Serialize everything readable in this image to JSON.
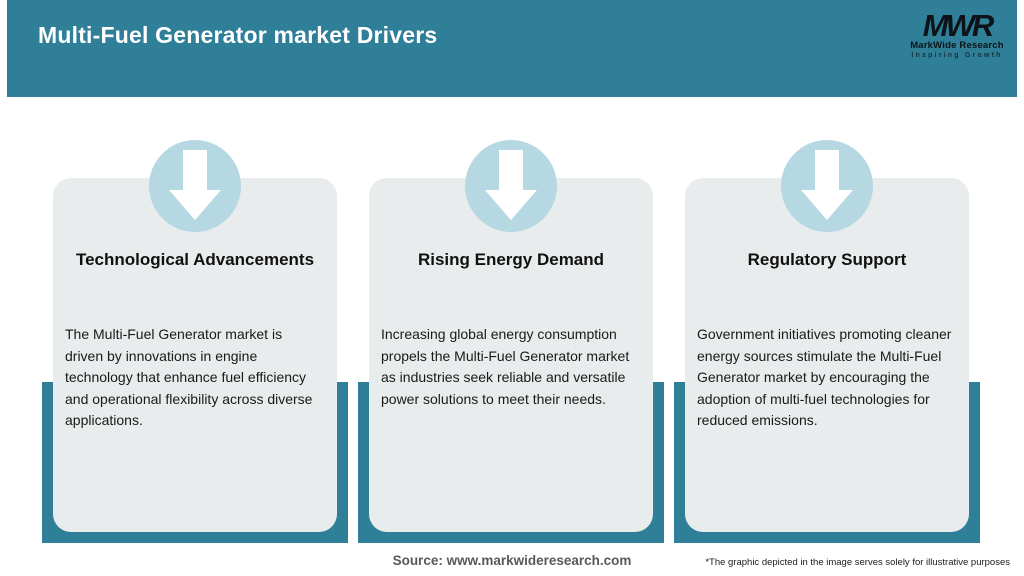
{
  "header": {
    "title": "Multi-Fuel Generator market Drivers",
    "logo": {
      "monogram": "MWR",
      "name": "MarkWide Research",
      "tagline": "Inspiring Growth"
    }
  },
  "cards": [
    {
      "icon": "down-arrow-icon",
      "title": "Technological Advancements",
      "body": "The Multi-Fuel Generator market is\ndriven by innovations in engine\ntechnology that enhance fuel efficiency\nand operational flexibility across diverse\napplications."
    },
    {
      "icon": "down-arrow-icon",
      "title": "Rising Energy Demand",
      "body": "Increasing global energy consumption\npropels the Multi-Fuel Generator market\nas industries seek reliable and versatile\npower solutions to meet their needs."
    },
    {
      "icon": "down-arrow-icon",
      "title": "Regulatory Support",
      "body": "Government initiatives promoting cleaner\nenergy sources stimulate the Multi-Fuel\nGenerator market by encouraging the\nadoption of multi-fuel technologies for\nreduced emissions."
    }
  ],
  "footer": {
    "source": "Source: www.markwideresearch.com",
    "disclaimer": "*The graphic depicted in the image serves solely for illustrative purposes"
  },
  "colors": {
    "teal": "#2e7f97",
    "circle_blue": "#b6d8e3",
    "card_gray": "#e9eced",
    "source_text": "#595959"
  }
}
